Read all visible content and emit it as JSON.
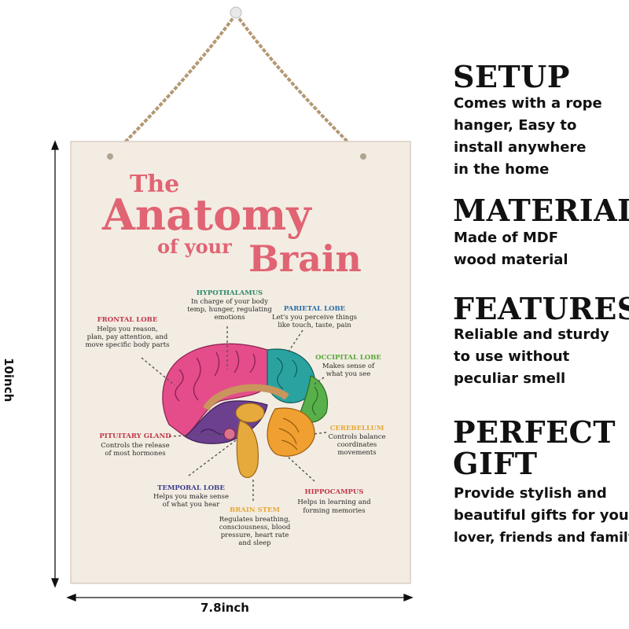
{
  "poster": {
    "title_line1": "The",
    "title_line2": "Anatomy",
    "title_line3a": "of your",
    "title_line3b": "Brain",
    "title_color": "#e06473",
    "board_color": "#f3ece2"
  },
  "brain_labels": {
    "hypothalamus": {
      "name": "HYPOTHALAMUS",
      "lines": [
        "In charge of your body",
        "temp, hunger, regulating",
        "emotions"
      ],
      "color": "#2e8a6a"
    },
    "parietal": {
      "name": "PARIETAL LOBE",
      "lines": [
        "Let's you perceive things",
        "like touch, taste, pain"
      ],
      "color": "#2c6fa8"
    },
    "frontal": {
      "name": "FRONTAL LOBE",
      "lines": [
        "Helps you reason,",
        "plan, pay attention, and",
        "move specific body parts"
      ],
      "color": "#c0384c"
    },
    "occipital": {
      "name": "OCCIPITAL LOBE",
      "lines": [
        "Makes sense of",
        "what you see"
      ],
      "color": "#5aa53a"
    },
    "cerebellum": {
      "name": "CEREBELLUM",
      "lines": [
        "Controls balance",
        "coordinates",
        "movements"
      ],
      "color": "#e6a93b"
    },
    "pituitary": {
      "name": "PITUITARY GLAND",
      "lines": [
        "Controls the release",
        "of most hormones"
      ],
      "color": "#c0384c"
    },
    "temporal": {
      "name": "TEMPORAL LOBE",
      "lines": [
        "Helps you make sense",
        "of what you hear"
      ],
      "color": "#3d3f8f"
    },
    "hippocampus": {
      "name": "HIPPOCAMPUS",
      "lines": [
        "Helps in learning and",
        "forming memories"
      ],
      "color": "#c0384c"
    },
    "brainstem": {
      "name": "BRAIN STEM",
      "lines": [
        "Regulates breathing,",
        "consciousness, blood",
        "pressure, heart rate",
        "and sleep"
      ],
      "color": "#e6a93b"
    }
  },
  "dimensions": {
    "height": "10inch",
    "width": "7.8inch"
  },
  "features": [
    {
      "heading": "SETUP",
      "lines": [
        "Comes with a rope",
        "hanger, Easy to",
        "install anywhere",
        "in the home"
      ]
    },
    {
      "heading": "MATERIAL",
      "lines": [
        "Made of MDF",
        "wood material"
      ]
    },
    {
      "heading": "FEATURES",
      "lines": [
        "Reliable and sturdy",
        "to use without",
        "peculiar smell"
      ]
    },
    {
      "heading": "PERFECT",
      "heading2": "GIFT",
      "lines": [
        "Provide stylish and",
        "beautiful gifts for your",
        "lover, friends and family."
      ]
    }
  ],
  "icons": {
    "hanger": "rope-hanger-icon",
    "nail": "nail-icon",
    "arrow": "dimension-arrow-icon"
  }
}
